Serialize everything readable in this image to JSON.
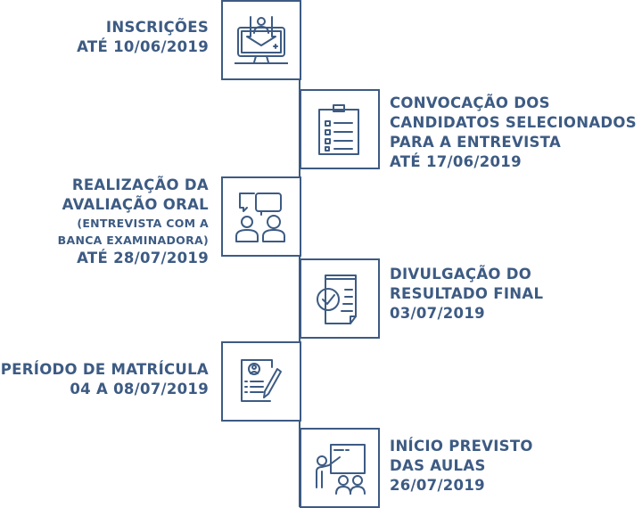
{
  "steps": [
    {
      "lines": [
        "INSCRIÇÕES",
        "ATÉ 10/06/2019"
      ],
      "icon": "computer-user-download-icon"
    },
    {
      "lines": [
        "CONVOCAÇÃO DOS",
        "CANDIDATOS  SELECIONADOS",
        "PARA A ENTREVISTA",
        "ATÉ 17/06/2019"
      ],
      "icon": "clipboard-checklist-icon"
    },
    {
      "lines": [
        "REALIZAÇÃO DA",
        "AVALIAÇÃO ORAL",
        "(ENTREVISTA COM A",
        "BANCA EXAMINADORA)",
        "ATÉ 28/07/2019"
      ],
      "icon": "interview-chat-icon"
    },
    {
      "lines": [
        "DIVULGAÇÃO DO",
        "RESULTADO FINAL",
        "03/07/2019"
      ],
      "icon": "document-check-icon"
    },
    {
      "lines": [
        "PERÍODO DE MATRÍCULA",
        "04  A  08/07/2019"
      ],
      "icon": "form-signing-icon"
    },
    {
      "lines": [
        "INÍCIO PREVISTO",
        "DAS AULAS",
        "26/07/2019"
      ],
      "icon": "classroom-teacher-icon"
    }
  ],
  "colors": {
    "primary": "#3d5b83"
  }
}
